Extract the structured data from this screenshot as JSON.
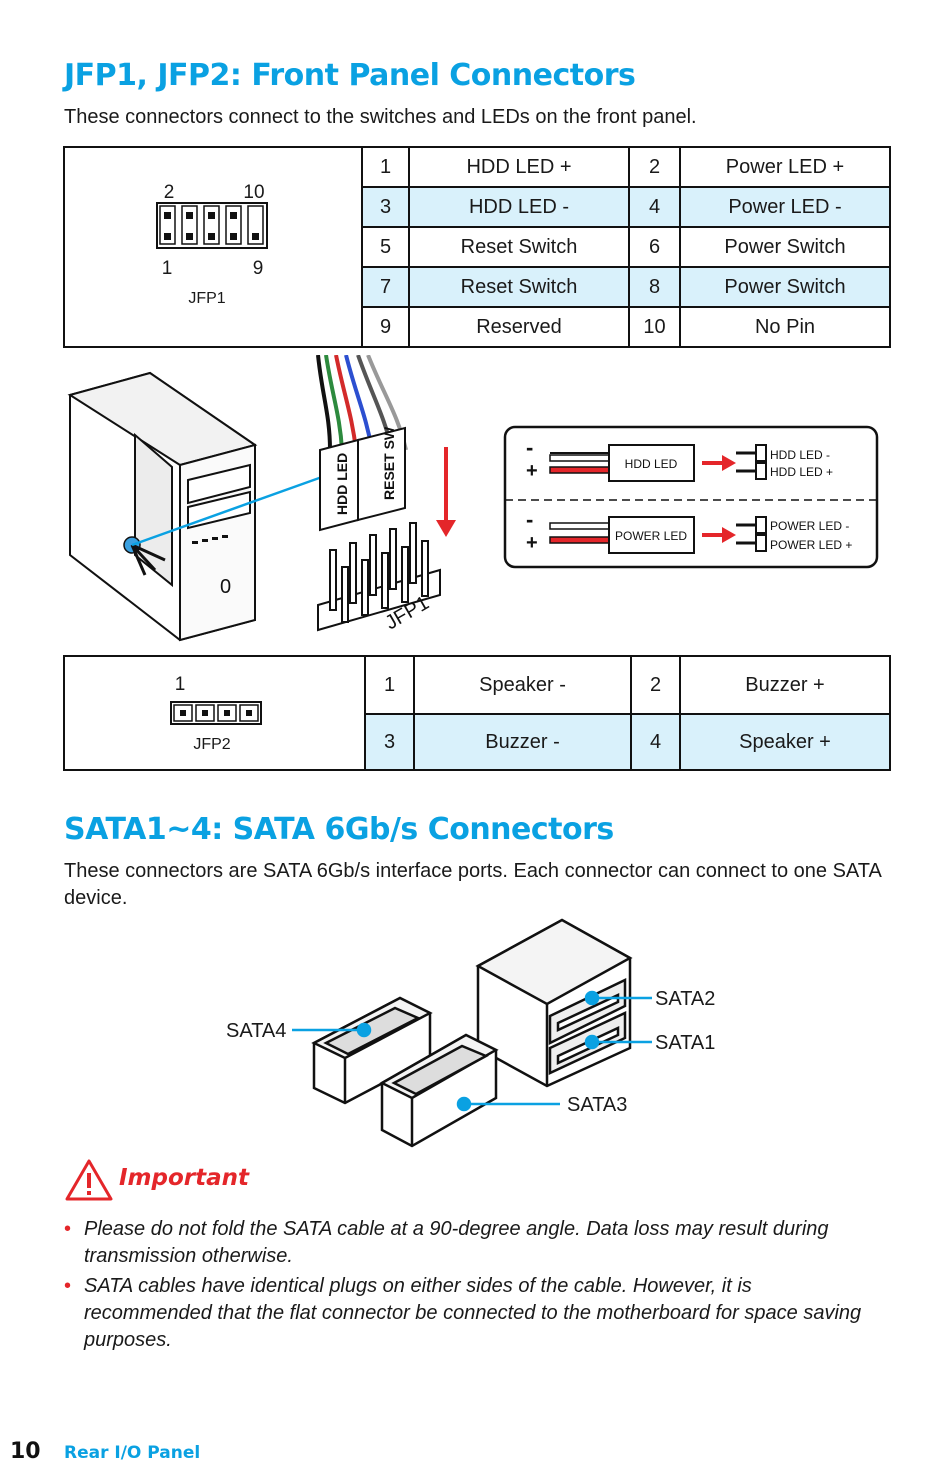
{
  "section1": {
    "title": "JFP1, JFP2: Front Panel Connectors",
    "description": "These connectors connect to the switches and LEDs on the front panel."
  },
  "jfp1": {
    "label": "JFP1",
    "pin_labels": {
      "top_left": "2",
      "top_right": "10",
      "bottom_left": "1",
      "bottom_right": "9"
    },
    "rows": [
      {
        "pin_a": "1",
        "name_a": "HDD LED +",
        "pin_b": "2",
        "name_b": "Power LED +"
      },
      {
        "pin_a": "3",
        "name_a": "HDD LED -",
        "pin_b": "4",
        "name_b": "Power LED -"
      },
      {
        "pin_a": "5",
        "name_a": "Reset Switch",
        "pin_b": "6",
        "name_b": "Power Switch"
      },
      {
        "pin_a": "7",
        "name_a": "Reset Switch",
        "pin_b": "8",
        "name_b": "Power Switch"
      },
      {
        "pin_a": "9",
        "name_a": "Reserved",
        "pin_b": "10",
        "name_b": "No Pin"
      }
    ]
  },
  "diagram": {
    "connector_labels": [
      "HDD LED",
      "RESET SW"
    ],
    "header_label": "JFP1",
    "front_button": "0",
    "led_box": {
      "minus": "-",
      "plus": "+",
      "hdd_led": "HDD LED",
      "hdd_pins": [
        "HDD LED -",
        "HDD LED +"
      ],
      "power_led": "POWER LED",
      "power_pins": [
        "POWER LED -",
        "POWER LED +"
      ]
    }
  },
  "jfp2": {
    "label": "JFP2",
    "pin_label": "1",
    "rows": [
      {
        "pin_a": "1",
        "name_a": "Speaker -",
        "pin_b": "2",
        "name_b": "Buzzer +"
      },
      {
        "pin_a": "3",
        "name_a": "Buzzer -",
        "pin_b": "4",
        "name_b": "Speaker +"
      }
    ]
  },
  "section2": {
    "title": "SATA1~4: SATA 6Gb/s Connectors",
    "description": "These connectors are SATA 6Gb/s interface ports. Each connector can connect to one SATA device.",
    "ports": {
      "sata1": "SATA1",
      "sata2": "SATA2",
      "sata3": "SATA3",
      "sata4": "SATA4"
    }
  },
  "important": {
    "title": "Important",
    "bullets": [
      "Please do not fold the SATA cable at a 90-degree angle. Data loss may result during transmission otherwise.",
      "SATA cables have identical plugs on either sides of the cable. However, it is recommended that the flat connector be connected to the motherboard for space saving purposes."
    ]
  },
  "footer": {
    "page_number": "10",
    "section": "Rear I/O Panel"
  },
  "colors": {
    "accent": "#0aa1e2",
    "row_highlight": "#d9f1fb",
    "warning": "#e4262a"
  }
}
